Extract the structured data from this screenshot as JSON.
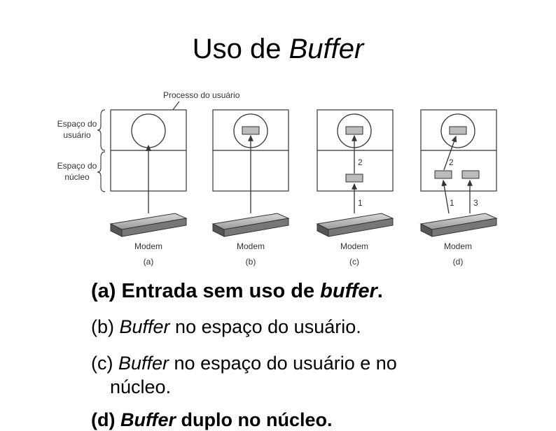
{
  "title": {
    "text": "Uso de ",
    "italic": "Buffer"
  },
  "diagram": {
    "process_label": "Processo do usuário",
    "user_space_label": [
      "Espaço do",
      "usuário"
    ],
    "kernel_space_label": [
      "Espaço do",
      "núcleo"
    ],
    "modem_label": "Modem",
    "panel_labels": [
      "(a)",
      "(b)",
      "(c)",
      "(d)"
    ],
    "step_labels": {
      "c1": "1",
      "c2": "2",
      "d1": "1",
      "d2": "2",
      "d3": "3"
    }
  },
  "captions": {
    "a": {
      "prefix": "(a) Entrada sem uso de ",
      "italic": "buffer",
      "suffix": "."
    },
    "b": {
      "prefix": "(b) ",
      "italic": "Buffer",
      "suffix": " no espaço do usuário."
    },
    "c": {
      "prefix": "(c) ",
      "italic": "Buffer",
      "suffix": " no espaço do usuário e no",
      "line2": "núcleo."
    },
    "d": {
      "prefix": "(d) ",
      "italic": "Buffer",
      "suffix": " duplo no núcleo."
    }
  }
}
